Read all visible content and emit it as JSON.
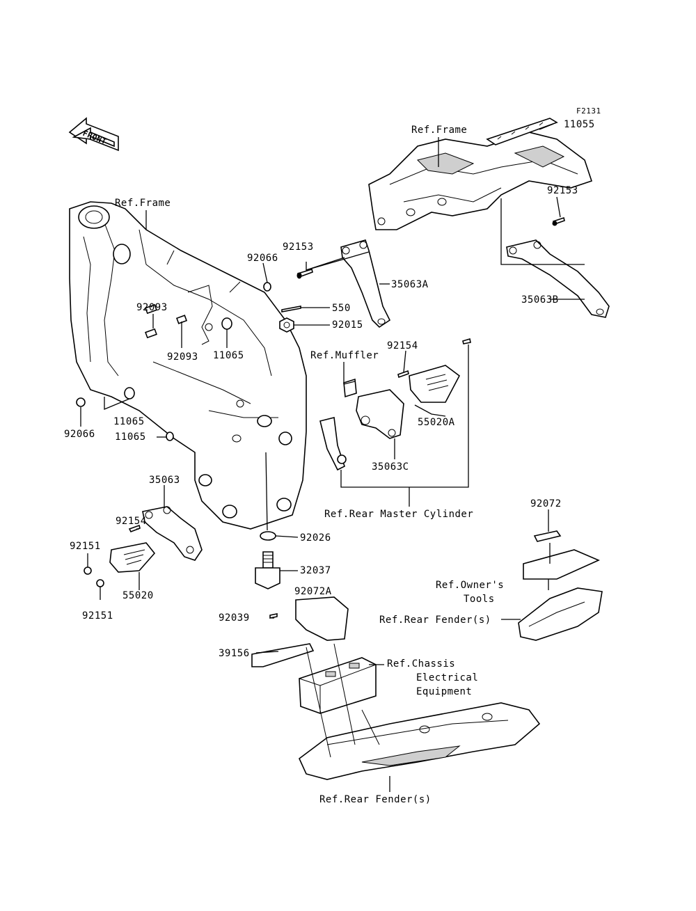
{
  "figure_code": "F2131",
  "front_marker": "FRONT",
  "labels": {
    "ref_frame_top": "Ref.Frame",
    "p11055": "11055",
    "p92153_right": "92153",
    "ref_frame_left": "Ref.Frame",
    "p92153_mid": "92153",
    "p92066_top": "92066",
    "p35063A": "35063A",
    "p550": "550",
    "p92015": "92015",
    "p35063B": "35063B",
    "p92093_a": "92093",
    "p92093_b": "92093",
    "p11065_a": "11065",
    "ref_muffler": "Ref.Muffler",
    "p92154_right": "92154",
    "p55020A": "55020A",
    "p35063C": "35063C",
    "p11065_b": "11065",
    "p92066_left": "92066",
    "p11065_c": "11065",
    "p35063": "35063",
    "ref_rear_master_cylinder": "Ref.Rear Master Cylinder",
    "p92154_left": "92154",
    "p92151_a": "92151",
    "p92026": "92026",
    "p92072": "92072",
    "p32037": "32037",
    "p55020": "55020",
    "p92151_b": "92151",
    "ref_owners_tools_1": "Ref.Owner's",
    "ref_owners_tools_2": "Tools",
    "p92072A": "92072A",
    "ref_rear_fender_right": "Ref.Rear Fender(s)",
    "p92039": "92039",
    "p39156": "39156",
    "ref_chassis_1": "Ref.Chassis",
    "ref_chassis_2": "Electrical",
    "ref_chassis_3": "Equipment",
    "ref_rear_fender_bottom": "Ref.Rear Fender(s)"
  }
}
